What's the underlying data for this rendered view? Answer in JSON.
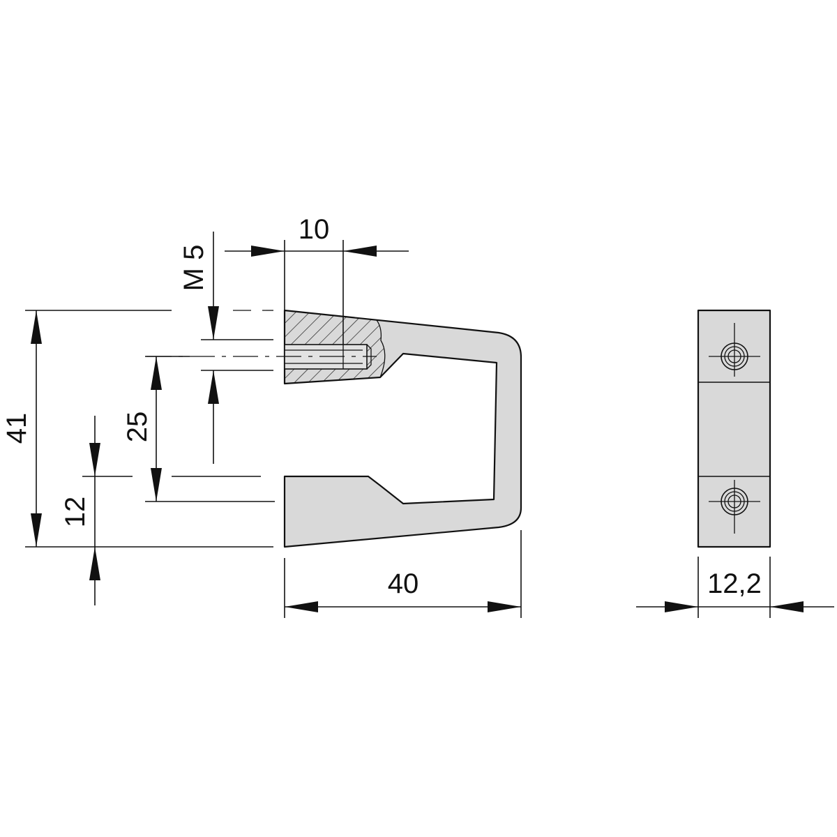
{
  "drawing": {
    "colors": {
      "part_fill": "#d9d9d9",
      "line": "#111111",
      "background": "#ffffff"
    },
    "dimensions": {
      "overall_height": "41",
      "thread_spacing": "25",
      "lower_leg": "12",
      "thread": "M 5",
      "thread_depth": "10",
      "length": "40",
      "width": "12,2"
    }
  }
}
